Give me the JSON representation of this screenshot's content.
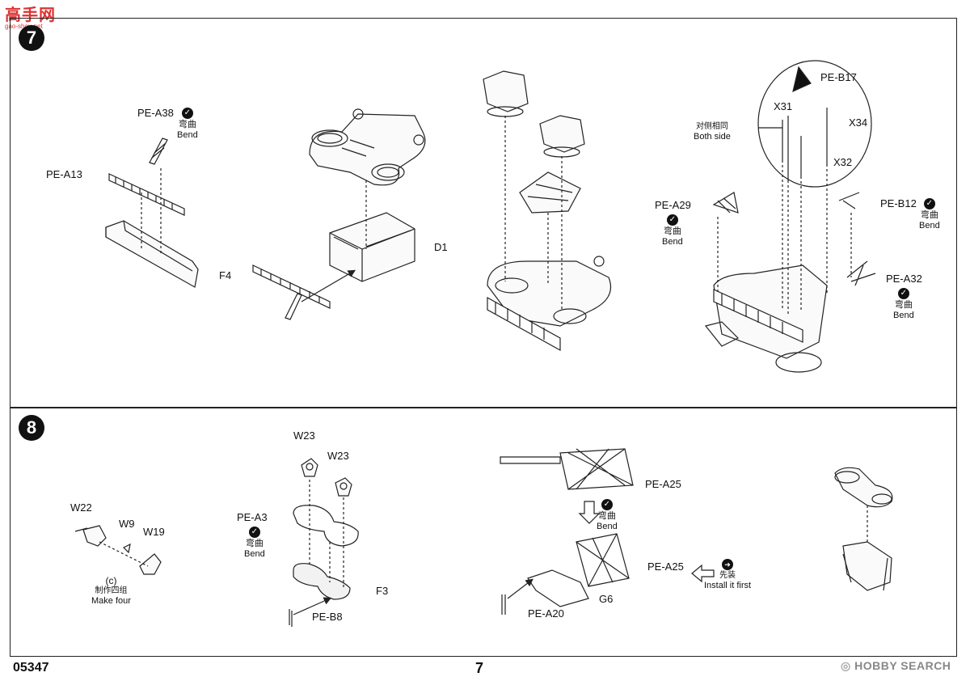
{
  "header": {
    "logo_text": "高手网",
    "logo_sub": "gao-shou.net"
  },
  "step7": {
    "number": "7",
    "parts": {
      "pe_a38": "PE-A38",
      "pe_a13": "PE-A13",
      "f4": "F4",
      "d1": "D1",
      "pe_b17": "PE-B17",
      "x31": "X31",
      "x34": "X34",
      "x32": "X32",
      "pe_a29": "PE-A29",
      "pe_b12": "PE-B12",
      "pe_a32": "PE-A32"
    },
    "both_side_cn": "对侧相同",
    "both_side_en": "Both side",
    "bend_cn": "弯曲",
    "bend_en": "Bend"
  },
  "step8": {
    "number": "8",
    "parts": {
      "w22": "W22",
      "w9": "W9",
      "w19": "W19",
      "w23a": "W23",
      "w23b": "W23",
      "pe_a3": "PE-A3",
      "f3": "F3",
      "pe_b8": "PE-B8",
      "pe_a25a": "PE-A25",
      "pe_a25b": "PE-A25",
      "g6": "G6",
      "pe_a20": "PE-A20"
    },
    "sub_c": "(c)",
    "make_four_cn": "制作四组",
    "make_four_en": "Make four",
    "bend_cn": "弯曲",
    "bend_en": "Bend",
    "install_first_cn": "先装",
    "install_first_en": "Install it first"
  },
  "footer": {
    "code": "05347",
    "page": "7",
    "watermark": "HOBBY SEARCH"
  },
  "icons": {
    "bend": "check-circle-icon",
    "install_first": "arrow-circle-icon"
  }
}
